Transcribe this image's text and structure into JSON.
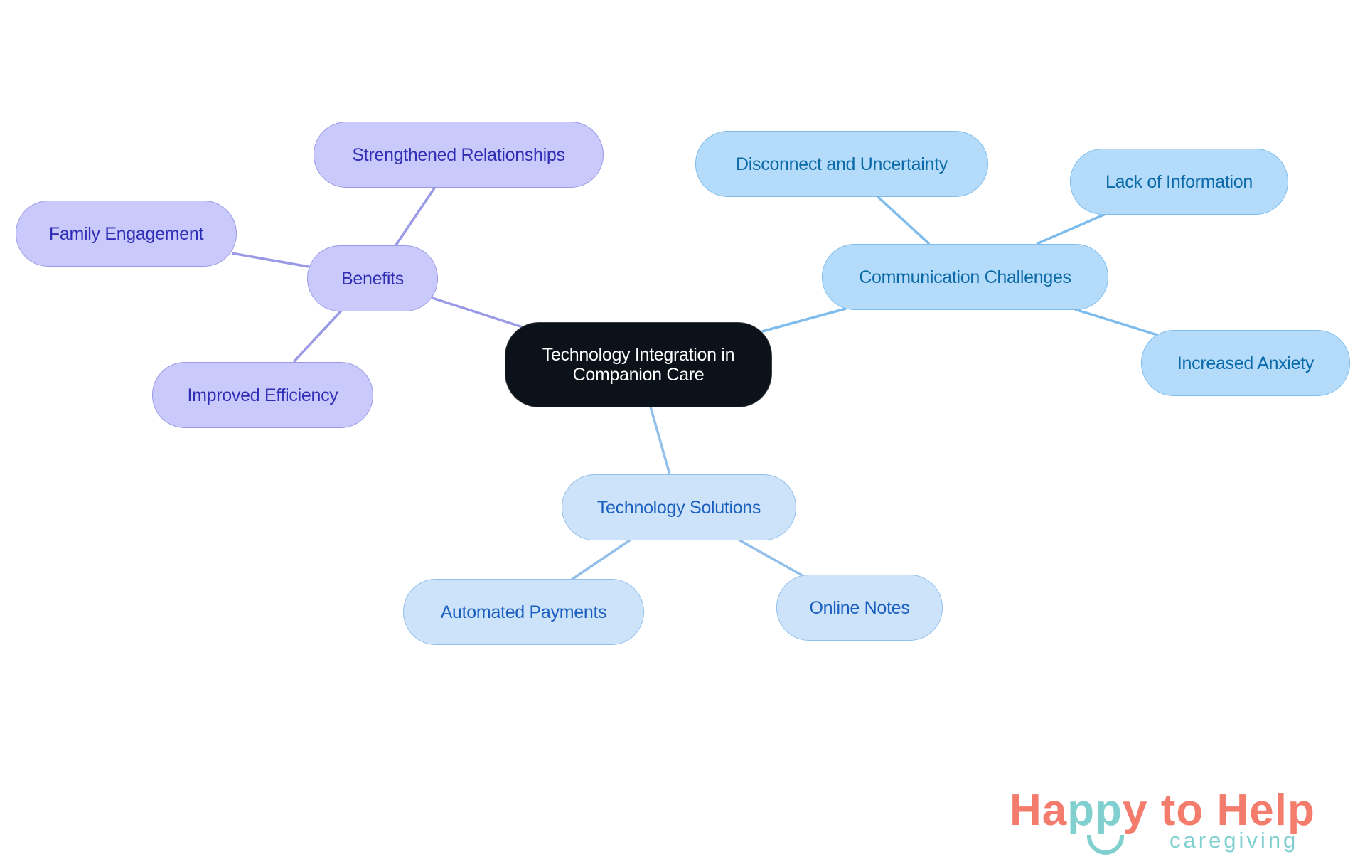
{
  "diagram": {
    "type": "mind-map",
    "root": {
      "label": "Technology Integration in Companion Care",
      "line1": "Technology Integration in",
      "line2": "Companion Care",
      "color": "#0c121a"
    },
    "branches": [
      {
        "label": "Benefits",
        "color": "#c9c9fb",
        "edge_color": "#9a9ae6",
        "children": [
          {
            "label": "Strengthened Relationships"
          },
          {
            "label": "Family Engagement"
          },
          {
            "label": "Improved Efficiency"
          }
        ]
      },
      {
        "label": "Communication Challenges",
        "color": "#b4dcfa",
        "edge_color": "#7dbcec",
        "children": [
          {
            "label": "Disconnect and Uncertainty"
          },
          {
            "label": "Lack of Information"
          },
          {
            "label": "Increased Anxiety"
          }
        ]
      },
      {
        "label": "Technology Solutions",
        "color": "#cde3fa",
        "edge_color": "#93bfeb",
        "children": [
          {
            "label": "Automated Payments"
          },
          {
            "label": "Online Notes"
          }
        ]
      }
    ]
  },
  "logo": {
    "part1": "Ha",
    "part2": "pp",
    "part3": "y to Help",
    "subtitle": "caregiving",
    "colors": {
      "coral": "#f47c6c",
      "teal": "#7fd0cf"
    }
  }
}
